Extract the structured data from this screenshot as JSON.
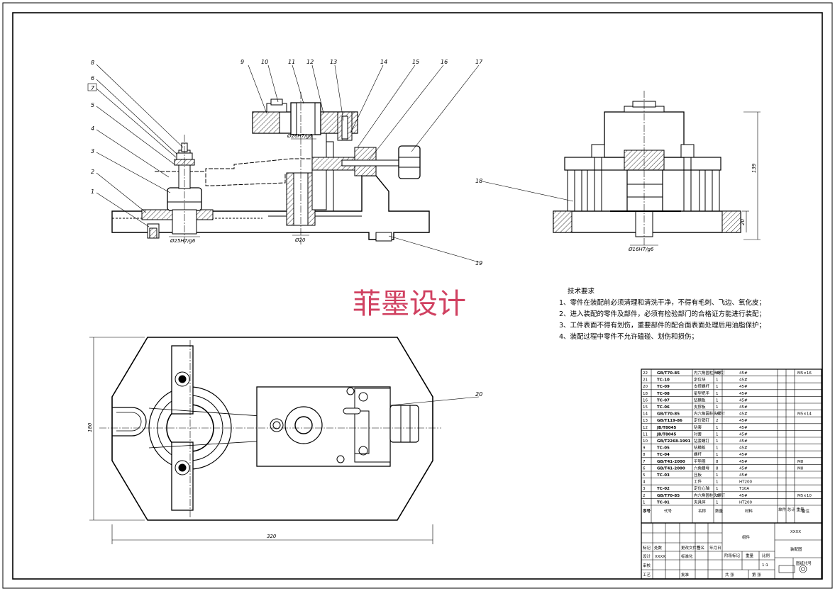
{
  "watermark": "菲墨设计",
  "tech_requirements": {
    "title": "技术要求",
    "items": [
      "1、零件在装配前必须清理和清洗干净，不得有毛刺、飞边、氧化皮；",
      "2、进入装配的零件及部件，必须有检验部门的合格证方能进行装配；",
      "3、工件表面不得有划伤，重要部件的配合面表面处理后用油脂保护；",
      "4、装配过程中零件不允许磕碰、划伤和损伤；"
    ]
  },
  "balloons": [
    "1",
    "2",
    "3",
    "4",
    "5",
    "6",
    "7",
    "8",
    "9",
    "10",
    "11",
    "12",
    "13",
    "14",
    "15",
    "16",
    "17",
    "18",
    "19",
    "20"
  ],
  "dimensions": {
    "fit_top": "Ø26H7/g6",
    "fit_bottom": "Ø25H7/g6",
    "dia_20": "Ø20",
    "height_139": "139",
    "height_20": "20",
    "fit_side": "Ø16H7/g6",
    "width_320": "320",
    "height_180": "180"
  },
  "parts_list": [
    {
      "no": "22",
      "code": "GB/T70-85",
      "name": "内六角圆柱头螺钉",
      "qty": "8",
      "mat": "45#",
      "note": "M5×16"
    },
    {
      "no": "21",
      "code": "TC-10",
      "name": "定位块",
      "qty": "1",
      "mat": "45#",
      "note": ""
    },
    {
      "no": "20",
      "code": "TC-09",
      "name": "支撑螺杆",
      "qty": "1",
      "mat": "45#",
      "note": ""
    },
    {
      "no": "18",
      "code": "TC-08",
      "name": "星型把手",
      "qty": "1",
      "mat": "45#",
      "note": ""
    },
    {
      "no": "16",
      "code": "TC-07",
      "name": "钻模板",
      "qty": "1",
      "mat": "45#",
      "note": ""
    },
    {
      "no": "15",
      "code": "TC-06",
      "name": "支撑板",
      "qty": "1",
      "mat": "45#",
      "note": ""
    },
    {
      "no": "14",
      "code": "GB/T70-85",
      "name": "内六角圆柱头螺钉",
      "qty": "2",
      "mat": "45#",
      "note": "M5×14"
    },
    {
      "no": "13",
      "code": "GB/T119-86",
      "name": "定位销钉",
      "qty": "2",
      "mat": "45#",
      "note": ""
    },
    {
      "no": "12",
      "code": "JB/T8045",
      "name": "钻套",
      "qty": "1",
      "mat": "45#",
      "note": ""
    },
    {
      "no": "11",
      "code": "JB/T8045",
      "name": "衬套",
      "qty": "1",
      "mat": "45#",
      "note": ""
    },
    {
      "no": "10",
      "code": "GB/T2268-1991",
      "name": "钻套螺钉",
      "qty": "1",
      "mat": "45#",
      "note": ""
    },
    {
      "no": "9",
      "code": "TC-05",
      "name": "钻模板",
      "qty": "1",
      "mat": "45#",
      "note": ""
    },
    {
      "no": "8",
      "code": "TC-04",
      "name": "螺杆",
      "qty": "1",
      "mat": "45#",
      "note": ""
    },
    {
      "no": "7",
      "code": "GB/T41-2000",
      "name": "平垫圈",
      "qty": "8",
      "mat": "45#",
      "note": "M8"
    },
    {
      "no": "6",
      "code": "GB/T41-2000",
      "name": "六角螺母",
      "qty": "8",
      "mat": "45#",
      "note": "M8"
    },
    {
      "no": "5",
      "code": "TC-03",
      "name": "压板",
      "qty": "1",
      "mat": "45#",
      "note": ""
    },
    {
      "no": "4",
      "code": "",
      "name": "工件",
      "qty": "1",
      "mat": "HT200",
      "note": ""
    },
    {
      "no": "3",
      "code": "TC-02",
      "name": "定位心轴",
      "qty": "1",
      "mat": "T10A",
      "note": ""
    },
    {
      "no": "2",
      "code": "GB/T70-85",
      "name": "内六角圆柱头螺钉",
      "qty": "2",
      "mat": "45#",
      "note": "M5×10"
    },
    {
      "no": "1",
      "code": "TC-01",
      "name": "夹具体",
      "qty": "1",
      "mat": "HT200",
      "note": ""
    }
  ],
  "parts_header": {
    "no": "序号",
    "code": "代号",
    "name": "名称",
    "qty": "数量",
    "mat": "材料",
    "weight": "单件 总计 重量",
    "note": "备注"
  },
  "title_block": {
    "assembly_label": "组件",
    "drawing_name": "装配图",
    "xxxx": "XXXX",
    "scale_val": "1:1",
    "drawing_no_label": "图纸代号",
    "stage_label": "阶段标记",
    "weight_label": "重量",
    "scale_label": "比例",
    "sheet_count": "共 张",
    "sheet_no": "第 张",
    "design_label": "设计",
    "design_val": "XXXX",
    "check_label": "审核",
    "process_label": "工艺",
    "approve_label": "批准",
    "mark_label": "标记",
    "count_label": "处数",
    "sign_label": "签名",
    "date_label": "年月日",
    "stdz_label": "标准化",
    "file_label": "更改文件号"
  }
}
